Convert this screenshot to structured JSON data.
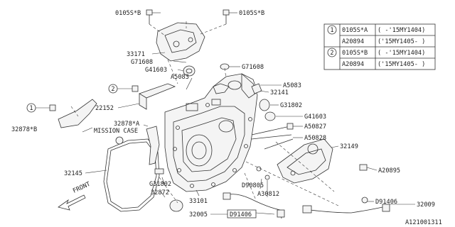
{
  "labels": {
    "p0105s_b_left": "0105S*B",
    "p0105s_b_right": "0105S*B",
    "p33171": "33171",
    "pG71608_a": "G71608",
    "pG41603_a": "G41603",
    "pA5083_a": "A5083",
    "pG71608_b": "G71608",
    "pA5083_b": "A5083",
    "p32141": "32141",
    "p22152": "22152",
    "pG31802_a": "G31802",
    "pG41603_b": "G41603",
    "p32878_a": "32878*A",
    "pA50827": "A50827",
    "p32878_b": "32878*B",
    "mission_case": "MISSION CASE",
    "pA50828": "A50828",
    "p32149": "32149",
    "p32145": "32145",
    "pA20895": "A20895",
    "pG31802_b": "G31802",
    "p32872": "32872",
    "pD90805": "D90805",
    "pA30812": "A30812",
    "p33101": "33101",
    "pD91406_a": "D91406",
    "p32009": "32009",
    "p32005": "32005",
    "pD91406_b": "D91406",
    "front": "FRONT",
    "circle_1": "1",
    "circle_2": "2",
    "diagram_code": "A121001311"
  },
  "legend_table": {
    "rows": [
      {
        "key": "1",
        "part": "0105S*A",
        "range": "( -'15MY1404)"
      },
      {
        "key": "",
        "part": "A20894",
        "range": "('15MY1405- )"
      },
      {
        "key": "2",
        "part": "0105S*B",
        "range": "( -'15MY1404)"
      },
      {
        "key": "",
        "part": "A20894",
        "range": "('15MY1405- )"
      }
    ]
  }
}
